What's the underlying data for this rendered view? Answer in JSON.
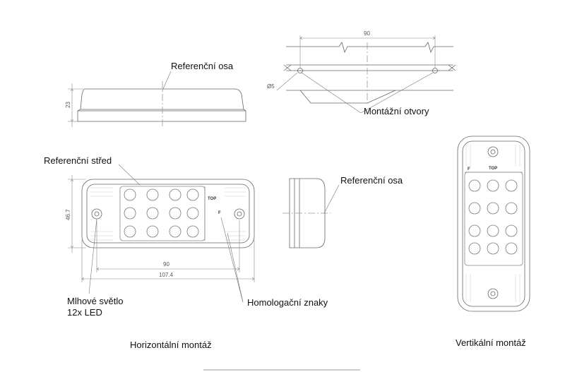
{
  "labels": {
    "ref_axis_top": "Referenční osa",
    "mount_holes": "Montážní otvory",
    "ref_center": "Referenční střed",
    "ref_axis_side": "Referenční osa",
    "fog_light_1": "Mlhové světlo",
    "fog_light_2": "12x LED",
    "homologation": "Homologační znaky"
  },
  "captions": {
    "horizontal": "Horizontální montáž",
    "vertical": "Vertikální montáž"
  },
  "dimensions": {
    "hole_spacing": "90",
    "hole_diameter": "Ø5",
    "height_side": "23",
    "height_front": "46.7",
    "width_inner": "90",
    "width_outer": "107.4"
  },
  "marks": {
    "top": "TOP",
    "homolog_code": "F"
  },
  "colors": {
    "line": "#666666",
    "thin": "#9a9a9a",
    "text": "#111111"
  }
}
